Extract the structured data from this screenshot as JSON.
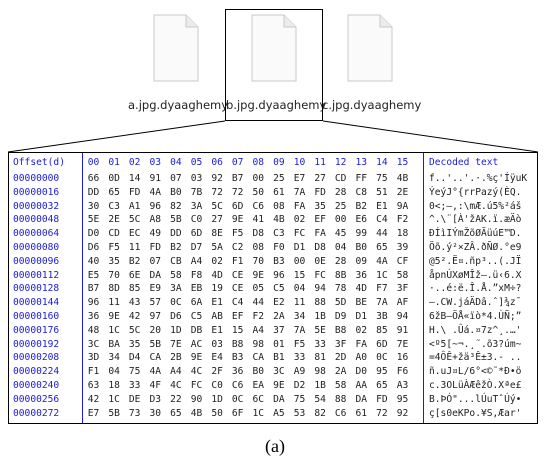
{
  "files": [
    {
      "name": "a.jpg.dyaaghemy"
    },
    {
      "name": "b.jpg.dyaaghemy"
    },
    {
      "name": "c.jpg.dyaaghemy"
    }
  ],
  "hex": {
    "offset_header": "Offset(d)",
    "byte_headers": [
      "00",
      "01",
      "02",
      "03",
      "04",
      "05",
      "06",
      "07",
      "08",
      "09",
      "10",
      "11",
      "12",
      "13",
      "14",
      "15"
    ],
    "decoded_header": "Decoded text",
    "rows": [
      {
        "offset": "00000000",
        "bytes": [
          "66",
          "0D",
          "14",
          "91",
          "07",
          "03",
          "92",
          "B7",
          "00",
          "25",
          "E7",
          "27",
          "CD",
          "FF",
          "75",
          "4B"
        ],
        "text": "f..'..'.·.%ç'ÍÿuK"
      },
      {
        "offset": "00000016",
        "bytes": [
          "DD",
          "65",
          "FD",
          "4A",
          "B0",
          "7B",
          "72",
          "72",
          "50",
          "61",
          "7A",
          "FD",
          "28",
          "C8",
          "51",
          "2E"
        ],
        "text": "ÝeýJ°{rrPazý(ÈQ."
      },
      {
        "offset": "00000032",
        "bytes": [
          "30",
          "C3",
          "A1",
          "96",
          "82",
          "3A",
          "5C",
          "6D",
          "C6",
          "08",
          "FA",
          "35",
          "25",
          "B2",
          "E1",
          "9A"
        ],
        "text": "0<;–,:\\mÆ.ú5%²áš"
      },
      {
        "offset": "00000048",
        "bytes": [
          "5E",
          "2E",
          "5C",
          "A8",
          "5B",
          "C0",
          "27",
          "9E",
          "41",
          "4B",
          "02",
          "EF",
          "00",
          "E6",
          "C4",
          "F2"
        ],
        "text": "^.\\¨[À'žAK.ï.æÄò"
      },
      {
        "offset": "00000064",
        "bytes": [
          "D0",
          "CD",
          "EC",
          "49",
          "DD",
          "6D",
          "8E",
          "F5",
          "D8",
          "C3",
          "FC",
          "FA",
          "45",
          "99",
          "44",
          "18"
        ],
        "text": "ÐÍìIÝmŽõØÃüúE™D."
      },
      {
        "offset": "00000080",
        "bytes": [
          "D6",
          "F5",
          "11",
          "FD",
          "B2",
          "D7",
          "5A",
          "C2",
          "08",
          "F0",
          "D1",
          "D8",
          "04",
          "B0",
          "65",
          "39"
        ],
        "text": "Öõ.ý²×ZÂ.ðÑØ.°e9"
      },
      {
        "offset": "00000096",
        "bytes": [
          "40",
          "35",
          "B2",
          "07",
          "CB",
          "A4",
          "02",
          "F1",
          "70",
          "B3",
          "00",
          "0E",
          "28",
          "09",
          "4A",
          "CF"
        ],
        "text": "@5².Ë¤.ñp³..(.JÏ"
      },
      {
        "offset": "00000112",
        "bytes": [
          "E5",
          "70",
          "6E",
          "DA",
          "58",
          "F8",
          "4D",
          "CE",
          "9E",
          "96",
          "15",
          "FC",
          "8B",
          "36",
          "1C",
          "58"
        ],
        "text": "åpnÚXøMÎž–.ü‹6.X"
      },
      {
        "offset": "00000128",
        "bytes": [
          "B7",
          "8D",
          "85",
          "E9",
          "3A",
          "EB",
          "19",
          "CE",
          "05",
          "C5",
          "04",
          "94",
          "78",
          "4D",
          "F7",
          "3F"
        ],
        "text": "·..é:ë.Î.Å.”xM÷?"
      },
      {
        "offset": "00000144",
        "bytes": [
          "96",
          "11",
          "43",
          "57",
          "0C",
          "6A",
          "E1",
          "C4",
          "44",
          "E2",
          "11",
          "88",
          "5D",
          "BE",
          "7A",
          "AF"
        ],
        "text": "–.CW.jáÄDâ.ˆ]¾z¯"
      },
      {
        "offset": "00000160",
        "bytes": [
          "36",
          "9E",
          "42",
          "97",
          "D6",
          "C5",
          "AB",
          "EF",
          "F2",
          "2A",
          "34",
          "1B",
          "D9",
          "D1",
          "3B",
          "94"
        ],
        "text": "6žB—ÖÅ«ïò*4.ÙÑ;”"
      },
      {
        "offset": "00000176",
        "bytes": [
          "48",
          "1C",
          "5C",
          "20",
          "1D",
          "DB",
          "E1",
          "15",
          "A4",
          "37",
          "7A",
          "5E",
          "B8",
          "02",
          "85",
          "91"
        ],
        "text": "H.\\ .Ûá.¤7z^¸.…'"
      },
      {
        "offset": "00000192",
        "bytes": [
          "3C",
          "BA",
          "35",
          "5B",
          "7E",
          "AC",
          "03",
          "B8",
          "98",
          "01",
          "F5",
          "33",
          "3F",
          "FA",
          "6D",
          "7E"
        ],
        "text": "<º5[~¬.¸˜.õ3?úm~"
      },
      {
        "offset": "00000208",
        "bytes": [
          "3D",
          "34",
          "D4",
          "CA",
          "2B",
          "9E",
          "E4",
          "B3",
          "CA",
          "B1",
          "33",
          "81",
          "2D",
          "A0",
          "0C",
          "16"
        ],
        "text": "=4ÔÊ+žä³Ê±3.- .."
      },
      {
        "offset": "00000224",
        "bytes": [
          "F1",
          "04",
          "75",
          "4A",
          "A4",
          "4C",
          "2F",
          "36",
          "B0",
          "3C",
          "A9",
          "98",
          "2A",
          "D0",
          "95",
          "F6"
        ],
        "text": "ñ.uJ¤L/6°<©˜*Ð•ö"
      },
      {
        "offset": "00000240",
        "bytes": [
          "63",
          "18",
          "33",
          "4F",
          "4C",
          "FC",
          "C0",
          "C6",
          "EA",
          "9E",
          "D2",
          "1B",
          "58",
          "AA",
          "65",
          "A3"
        ],
        "text": "c.3OLüÀÆêžÒ.Xªe£"
      },
      {
        "offset": "00000256",
        "bytes": [
          "42",
          "1C",
          "DE",
          "D3",
          "22",
          "90",
          "1D",
          "0C",
          "6C",
          "DA",
          "75",
          "54",
          "88",
          "DA",
          "FD",
          "95"
        ],
        "text": "B.ÞÓ\"...lÚuTˆÚý•"
      },
      {
        "offset": "00000272",
        "bytes": [
          "E7",
          "5B",
          "73",
          "30",
          "65",
          "4B",
          "50",
          "6F",
          "1C",
          "A5",
          "53",
          "82",
          "C6",
          "61",
          "72",
          "92"
        ],
        "text": "ç[s0eKPo.¥S,Æar'"
      }
    ]
  },
  "caption": "(a)"
}
